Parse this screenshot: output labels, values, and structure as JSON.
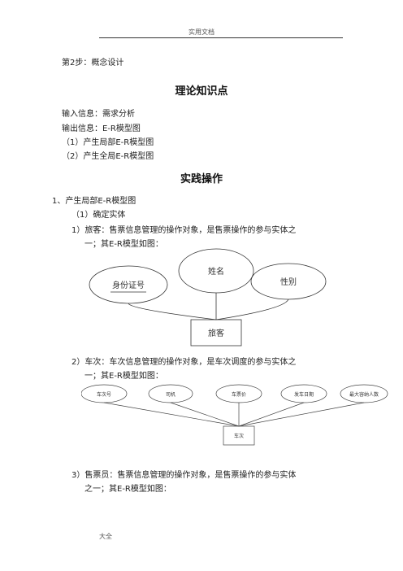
{
  "header": {
    "text": "实用文档"
  },
  "step_title": "第2步：概念设计",
  "theory": {
    "heading": "理论知识点",
    "lines": [
      "输入信息：需求分析",
      "输出信息：E-R模型图",
      "（1）产生局部E-R模型图",
      "（2）产生全局E-R模型图"
    ]
  },
  "practice": {
    "heading": "实践操作",
    "item1": "1、产生局部E-R模型图",
    "sub1": "（1）确定实体",
    "p1": {
      "line1": "1）旅客：售票信息管理的操作对象，是售票操作的参与实体之",
      "line2": "一；其E-R模型如图："
    },
    "p2": {
      "line1": "2）车次：车次信息管理的操作对象，是车次调度的参与实体之",
      "line2": "一；其E-R模型如图："
    },
    "p3": {
      "line1": "3）售票员：售票信息管理的操作对象，是售票操作的参与实体",
      "line2": "之一；其E-R模型如图："
    }
  },
  "er_passenger": {
    "entity": "旅客",
    "attributes": [
      "身份证号",
      "姓名",
      "性别"
    ]
  },
  "er_train": {
    "entity": "车次",
    "attributes": [
      "车次号",
      "司机",
      "车票价",
      "发车日期",
      "最大容纳人数"
    ]
  },
  "footer": {
    "text": "大全"
  }
}
